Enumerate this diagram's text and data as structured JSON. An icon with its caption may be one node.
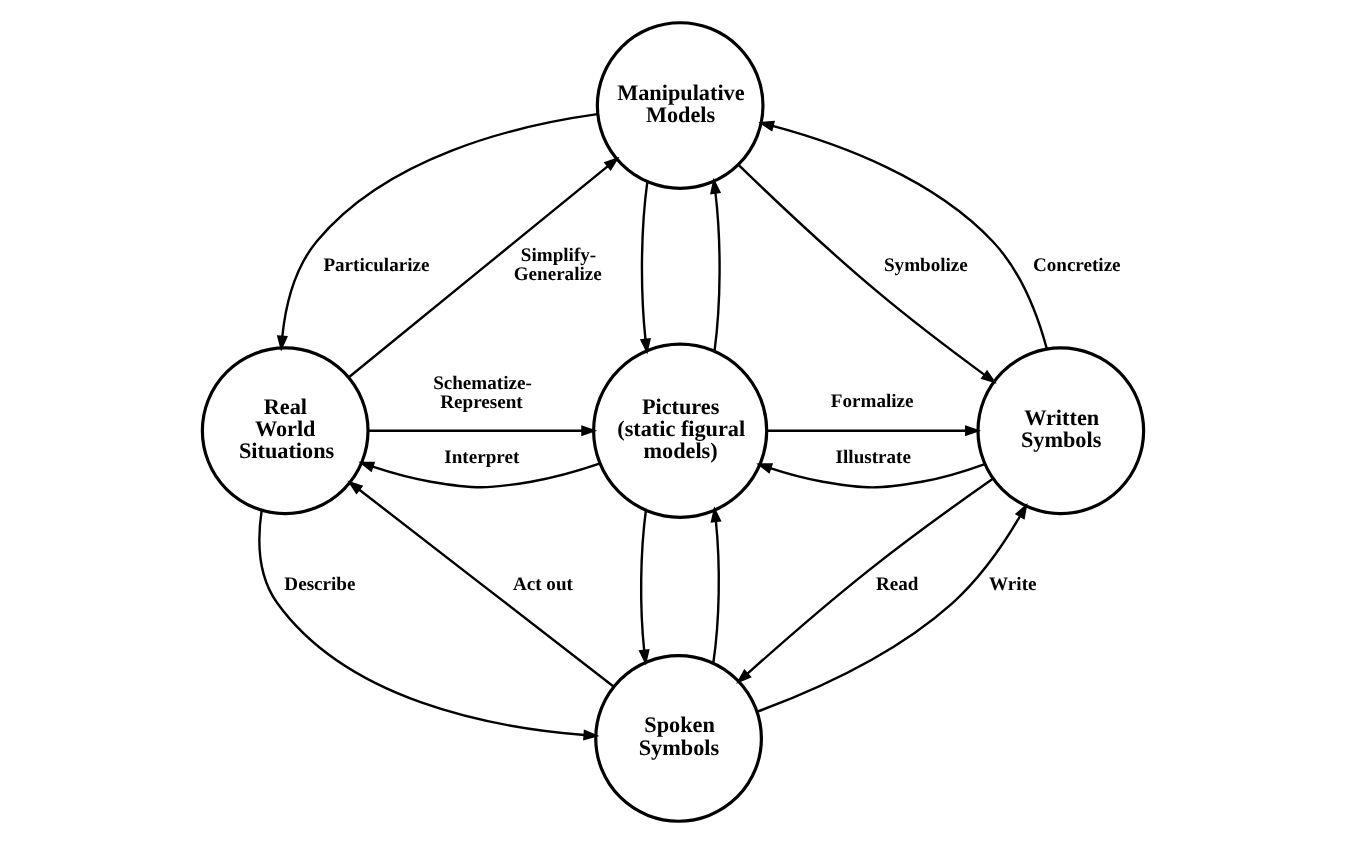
{
  "diagram": {
    "nodes": [
      {
        "text": [
          "Manipulative Models"
        ]
      },
      {
        "text": [
          "Real World Situations"
        ]
      },
      {
        "text": [
          "Pictures (static figural models)"
        ]
      },
      {
        "text": [
          "Written Symbols"
        ]
      },
      {
        "text": [
          "Spoken Symbols"
        ]
      }
    ],
    "edges": [
      {
        "from": 1,
        "to": 0,
        "arrow": "to",
        "label": "Simplify- Generalize"
      },
      {
        "from": 0,
        "to": 1,
        "arrow": "to",
        "label": "Particularize"
      },
      {
        "from": 0,
        "to": 3,
        "arrow": "to",
        "label": "Symbolize"
      },
      {
        "from": 3,
        "to": 0,
        "arrow": "to",
        "label": "Concretize"
      },
      {
        "from": 0,
        "to": 2,
        "arrow": "to"
      },
      {
        "from": 2,
        "to": 0,
        "arrow": "to"
      },
      {
        "from": 1,
        "to": 2,
        "arrow": "to",
        "label": "Schematize- Represent"
      },
      {
        "from": 2,
        "to": 1,
        "arrow": "to",
        "label": "Interpret"
      },
      {
        "from": 2,
        "to": 3,
        "arrow": "to",
        "label": "Formalize"
      },
      {
        "from": 3,
        "to": 2,
        "arrow": "to",
        "label": "Illustrate"
      },
      {
        "from": 1,
        "to": 4,
        "arrow": "to",
        "label": "Describe"
      },
      {
        "from": 4,
        "to": 1,
        "arrow": "to",
        "label": "Act out"
      },
      {
        "from": 2,
        "to": 4,
        "arrow": "to"
      },
      {
        "from": 4,
        "to": 2,
        "arrow": "to"
      },
      {
        "from": 4,
        "to": 3,
        "arrow": "to",
        "label": "Write"
      },
      {
        "from": 3,
        "to": 4,
        "arrow": "to",
        "label": "Read"
      }
    ]
  }
}
